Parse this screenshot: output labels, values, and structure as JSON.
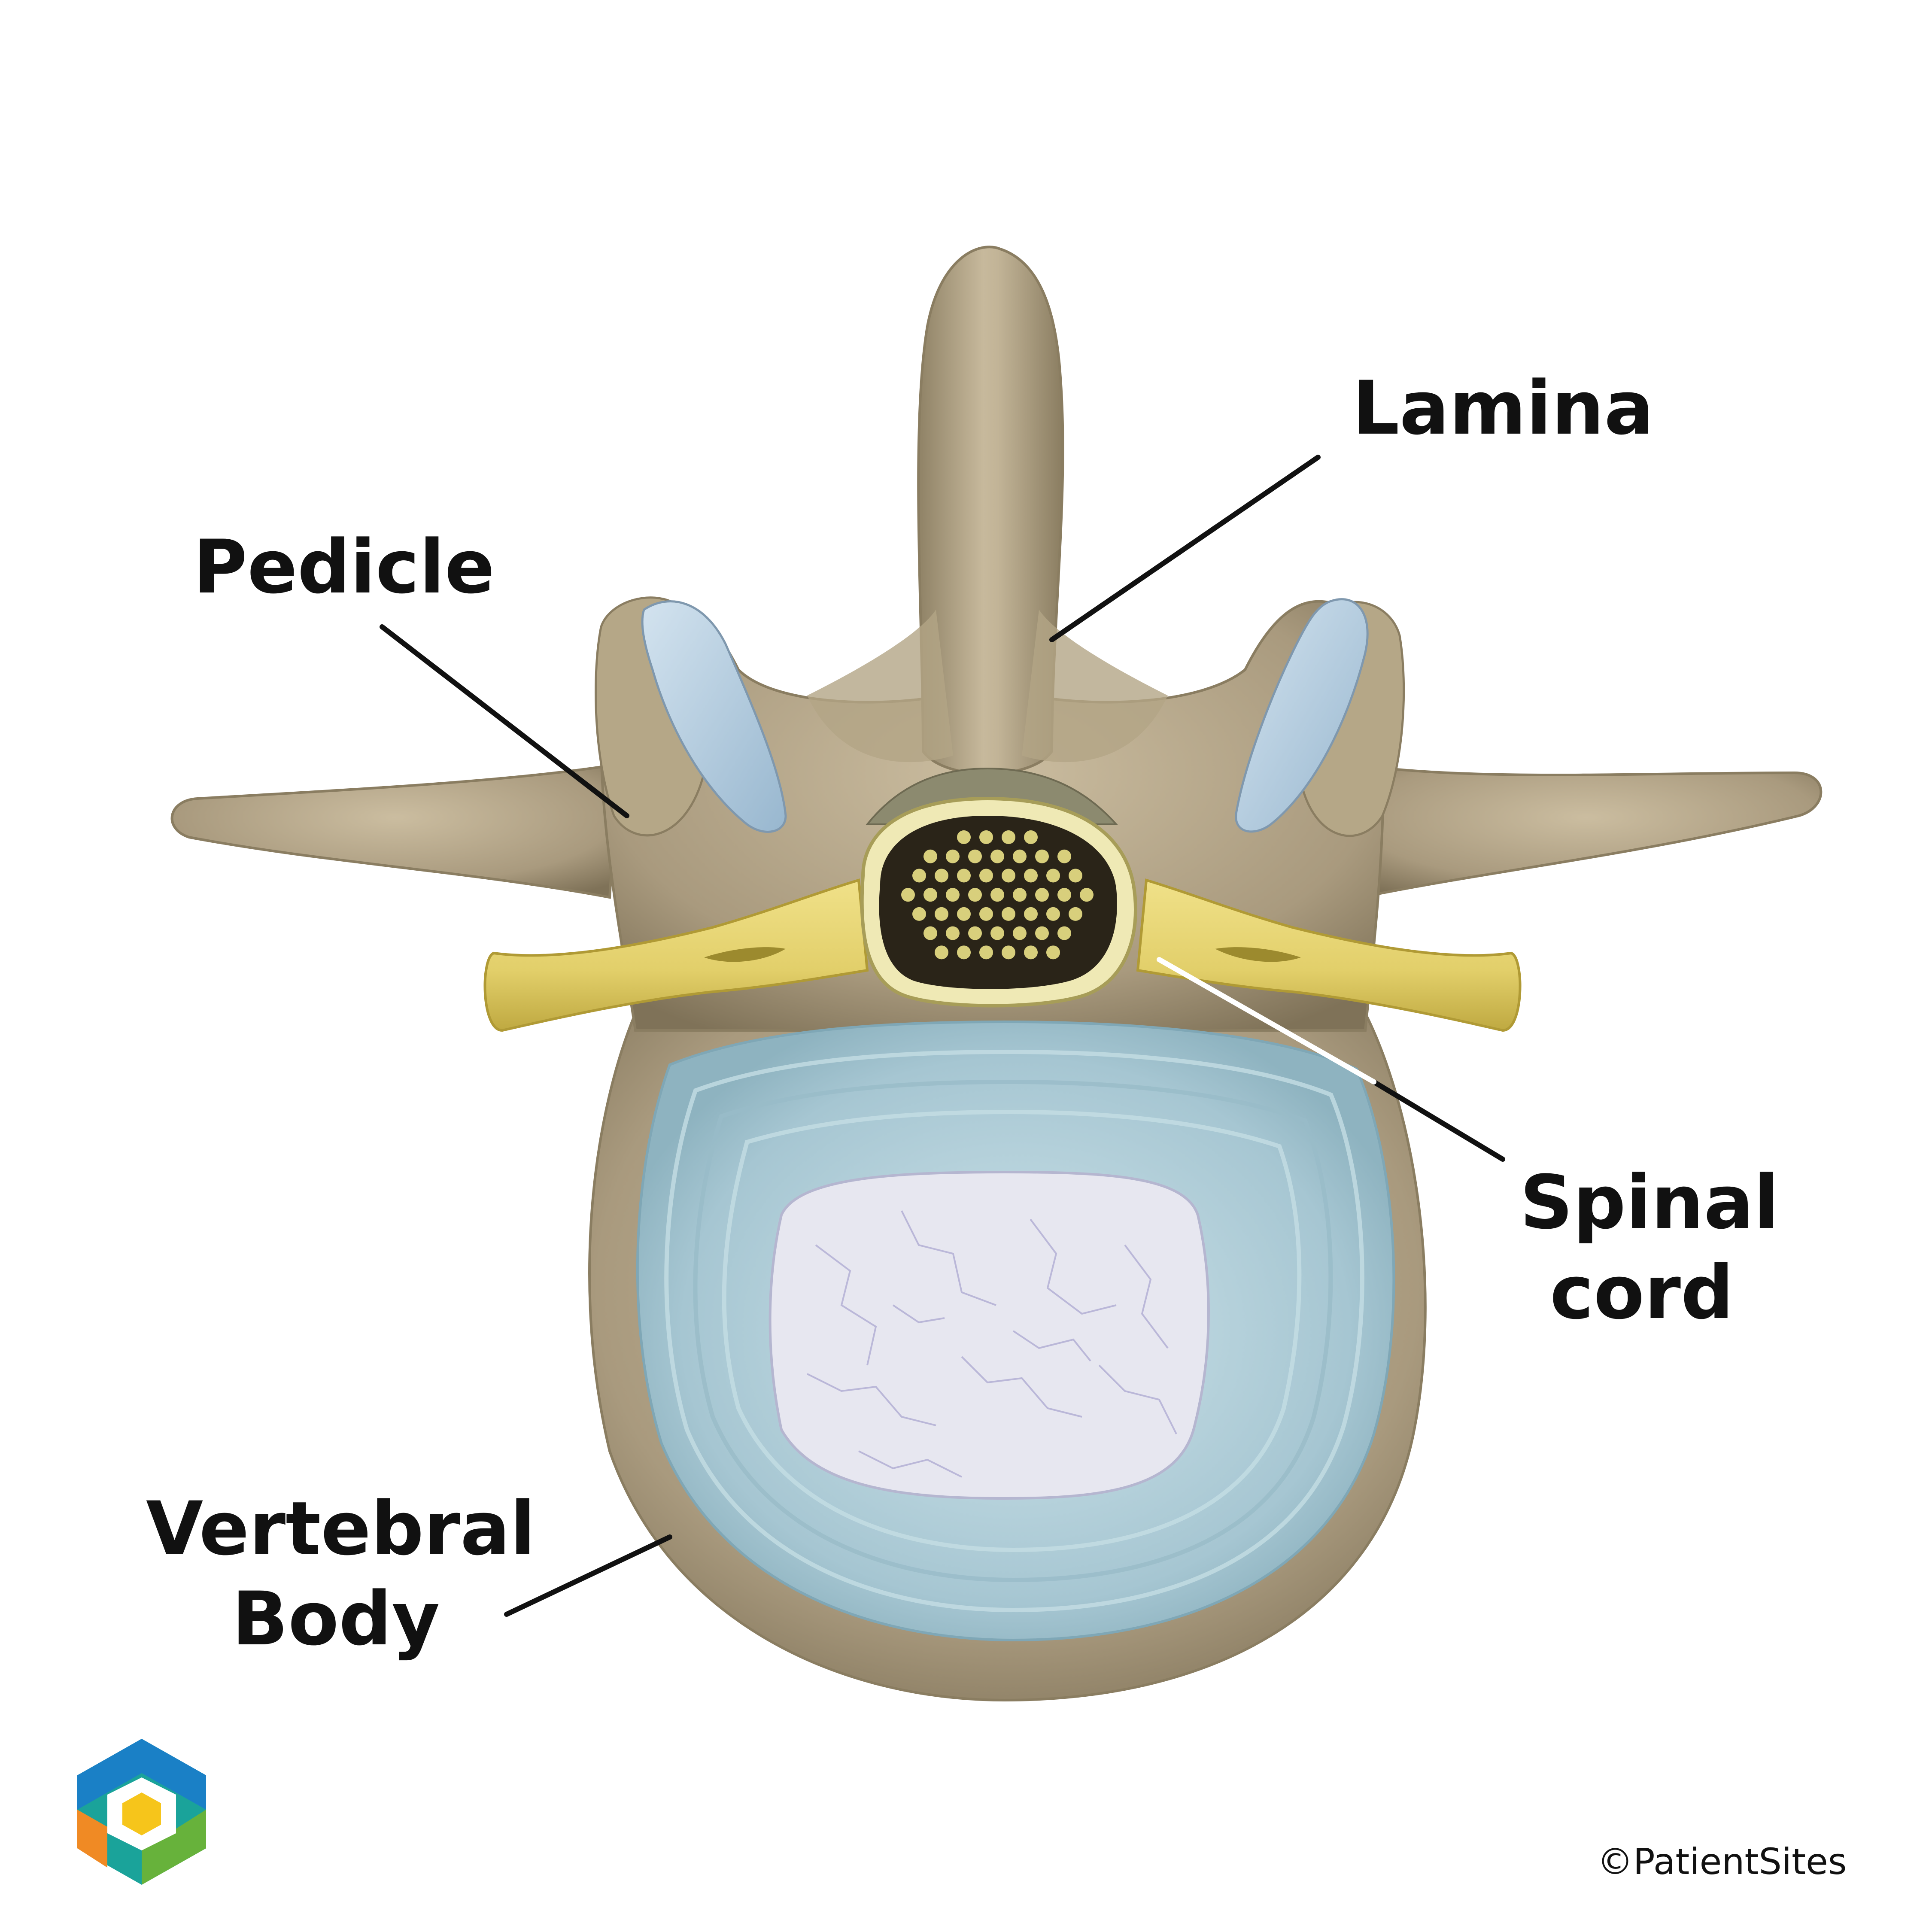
{
  "labels": {
    "lamina": "Lamina",
    "pedicle": "Pedicle",
    "spinal_cord_line1": "Spinal",
    "spinal_cord_line2": "cord",
    "vertebral_body_line1": "Vertebral",
    "vertebral_body_line2": "Body"
  },
  "copyright": "©PatientSites",
  "colors": {
    "bone": "#a99a7e",
    "bone_highlight": "#cbbda0",
    "bone_shadow": "#7f7258",
    "disc": "#a6c6d2",
    "disc_highlight": "#c9e0e6",
    "nucleus": "#e7e7f0",
    "nerve": "#e2cf6a",
    "nerve_dark": "#b9a63c",
    "facet": "#b7cfe3",
    "cord_dark": "#2a2418",
    "cord_dots": "#d8cf7c",
    "logo_blue": "#1a80c6",
    "logo_teal": "#1aa39a",
    "logo_green": "#67b23b",
    "logo_orange": "#f08a24",
    "logo_yellow": "#f6c51b"
  }
}
